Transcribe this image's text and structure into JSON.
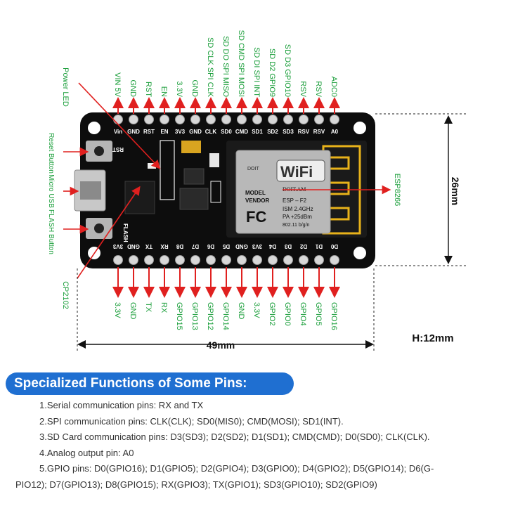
{
  "colors": {
    "label_green": "#1a9e3a",
    "arrow_red": "#e0201f",
    "board_black": "#0d0d0d",
    "banner_blue": "#1f6fd1"
  },
  "top_labels": [
    "VIN 5V",
    "GND",
    "RST",
    "EN",
    "3.3V",
    "GND",
    "SD CLK SPI CLK",
    "SD DO SPI MISO",
    "SD CMD SPI MOSI",
    "SD DI SPI  INT",
    "SD D2 GPIO9",
    "SD D3 GPIO10",
    "RSV",
    "RSV",
    "ADC0"
  ],
  "top_silk": [
    "Vin",
    "GND",
    "RST",
    "EN",
    "3V3",
    "GND",
    "CLK",
    "SD0",
    "CMD",
    "SD1",
    "SD2",
    "SD3",
    "RSV",
    "RSV",
    "A0"
  ],
  "bottom_silk": [
    "3V3",
    "GND",
    "TX",
    "RX",
    "D8",
    "D7",
    "D6",
    "D5",
    "GND",
    "3V3",
    "D4",
    "D3",
    "D2",
    "D1",
    "D0"
  ],
  "bottom_labels": [
    "3.3V",
    "GND",
    "TX",
    "RX",
    "GPIO15",
    "GPIO13",
    "GPIO12",
    "GPIO14",
    "GND",
    "3.3V",
    "GPIO2",
    "GPIO0",
    "GPIO4",
    "GPIO5",
    "GPIO16"
  ],
  "left_labels": {
    "power_led": "Power LED",
    "reset": "Reset Button",
    "usb": "Micro USB",
    "flash": "FLASH Button",
    "cp2102": "CP2102"
  },
  "right_label": "ESP8266",
  "board_silk": {
    "rst": "RST",
    "flash": "FLASH"
  },
  "module": {
    "wifi": "WiFi",
    "brand": "DOIT",
    "model_label": "MODEL",
    "vendor_label": "VENDOR",
    "doit_am": "DOIT.AM",
    "esp_f2": "ESP – F2",
    "ism": "ISM  2.4GHz",
    "pa": "PA  +25dBm",
    "std": "802.11 b/g/n",
    "fc": "FC"
  },
  "dimensions": {
    "width": "49mm",
    "height": "26mm",
    "thickness": "H:12mm"
  },
  "banner": "Specialized Functions of Some Pins:",
  "notes": [
    "1.Serial communication pins: RX and TX",
    "2.SPI communication pins: CLK(CLK); SD0(MIS0); CMD(MOSI); SD1(INT).",
    "3.SD Card communication pins: D3(SD3); D2(SD2); D1(SD1); CMD(CMD); D0(SD0); CLK(CLK).",
    "4.Analog output pin: A0",
    "5.GPIO pins: D0(GPIO16); D1(GPIO5); D2(GPIO4); D3(GPIO0); D4(GPIO2); D5(GPIO14); D6(G-",
    "PIO12); D7(GPIO13); D8(GPIO15); RX(GPIO3); TX(GPIO1); SD3(GPIO10); SD2(GPIO9)"
  ]
}
